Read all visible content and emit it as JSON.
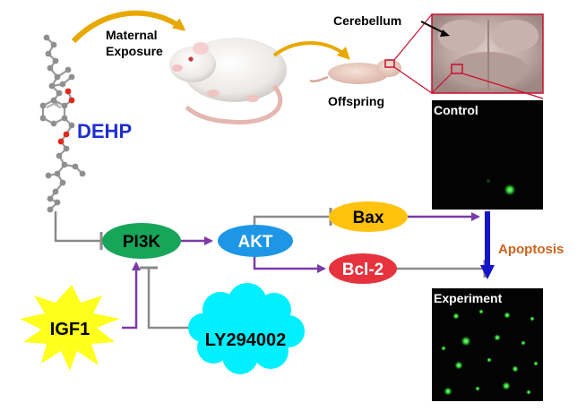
{
  "compound": {
    "name": "DEHP",
    "color": "#1f2ecf"
  },
  "exposure": {
    "maternal_label_line1": "Maternal",
    "maternal_label_line2": "Exposure",
    "offspring_label": "Offspring",
    "tissue_label": "Cerebellum"
  },
  "panels": {
    "control_label": "Control",
    "experiment_label": "Experiment"
  },
  "nodes": {
    "pi3k": {
      "label": "PI3K",
      "color": "#17a55a"
    },
    "akt": {
      "label": "AKT",
      "color": "#1e96e6"
    },
    "bax": {
      "label": "Bax",
      "color": "#ffc20e"
    },
    "bcl2": {
      "label": "Bcl-2",
      "color": "#e5323c"
    },
    "igf1": {
      "label": "IGF1",
      "color": "#ffff1e"
    },
    "ly294002": {
      "label": "LY294002",
      "color": "#00f0ff"
    }
  },
  "outcome": {
    "label": "Apoptosis",
    "color": "#c86420"
  },
  "colors": {
    "activation_arrow": "#7a3aa8",
    "inhibition_line": "#8a8a8a",
    "apoptosis_arrow": "#1414c8",
    "exposure_arrow": "#e8a800",
    "callout_line": "#c8102e"
  },
  "icons": [
    "dehp-molecule-icon",
    "rat-icon",
    "pup-icon",
    "cerebellum-photo",
    "fluorescence-micrograph"
  ]
}
